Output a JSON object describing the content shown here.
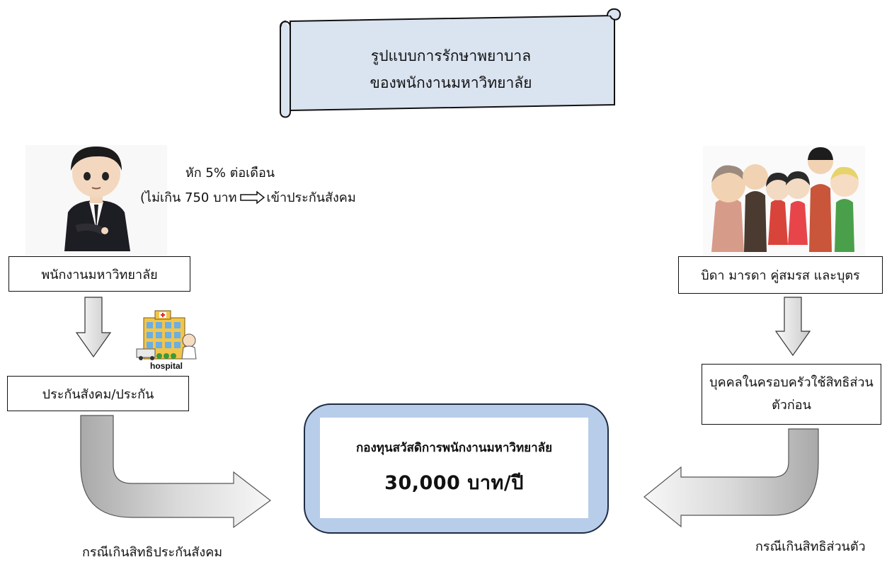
{
  "title": {
    "line1": "รูปแบบการรักษาพยาบาล",
    "line2": "ของพนักงานมหาวิทยาลัย"
  },
  "left": {
    "employee_label": "พนักงานมหาวิทยาลัย",
    "social_security_label": "ประกันสังคม/ประกัน",
    "hospital_sign": "hospital",
    "caption": "กรณีเกินสิทธิประกันสังคม"
  },
  "deduction_note": {
    "line1": "หัก 5% ต่อเดือน",
    "line2_left": "(ไม่เกิน 750 บาท",
    "line2_right": "เข้าประกันสังคม"
  },
  "right": {
    "family_label": "บิดา มารดา คู่สมรส และบุตร",
    "personal_rights_label": "บุคคลในครอบครัวใช้สิทธิส่วนตัวก่อน",
    "caption": "กรณีเกินสิทธิส่วนตัว"
  },
  "center_fund": {
    "name": "กองทุนสวัสดิการพนักงานมหาวิทยาลัย",
    "amount": "30,000 บาท/ปี"
  },
  "colors": {
    "scroll_fill": "#dae3f0",
    "fund_border_fill": "#b8cde9",
    "arrow_light": "#f2f2f2",
    "arrow_dark": "#a8a8a8"
  },
  "icons": [
    "businessman-icon",
    "hospital-icon",
    "family-figurines-icon",
    "right-arrow-icon"
  ]
}
